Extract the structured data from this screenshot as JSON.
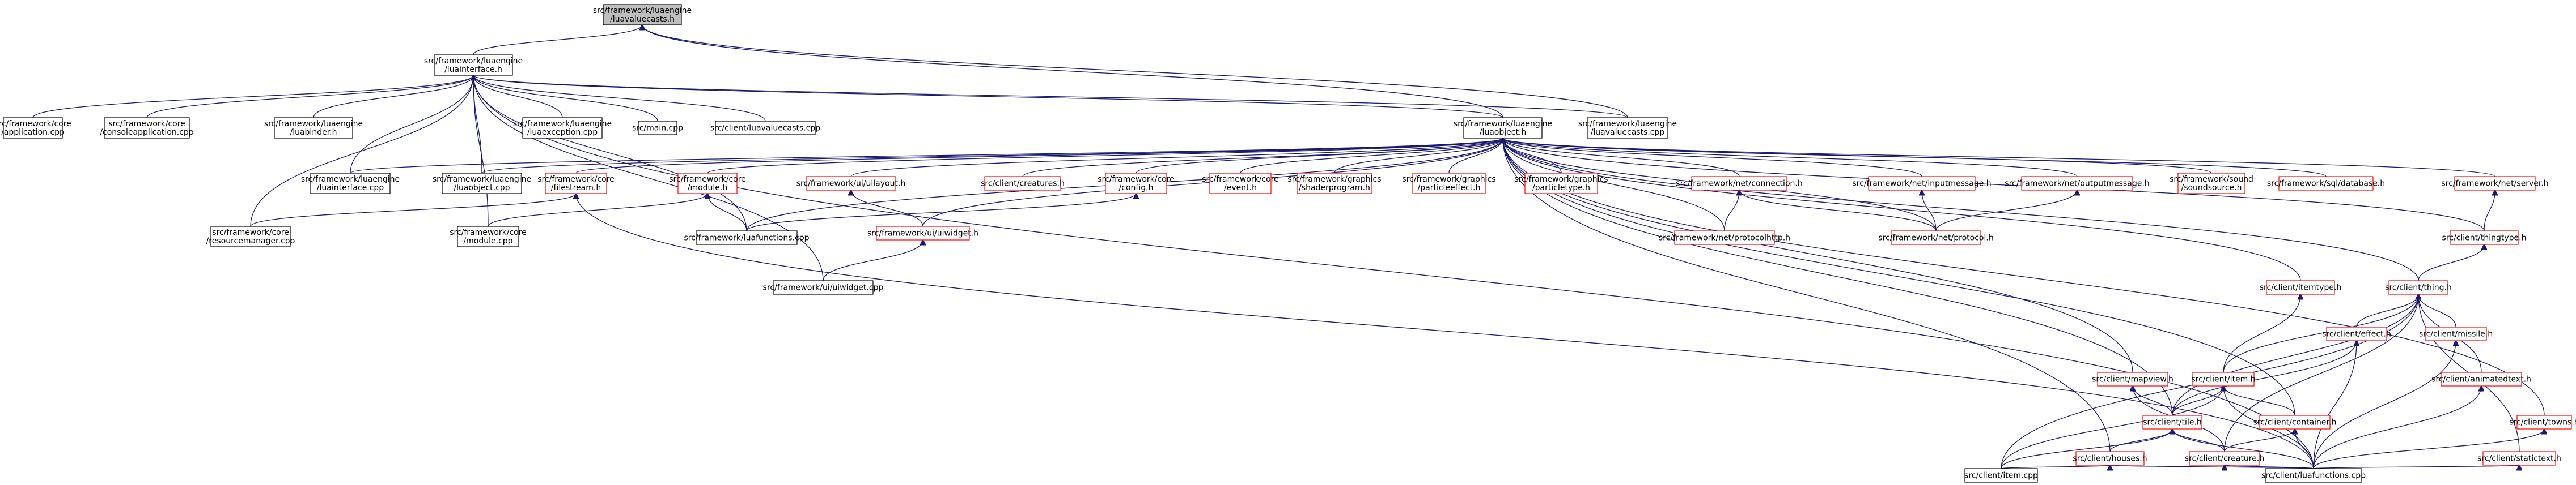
{
  "diagram": {
    "type": "include-dependency-graph",
    "colors": {
      "edge": "#191970",
      "root_fill": "#bfbfbf",
      "red_border": "#ff0000",
      "black_border": "#000000"
    },
    "nodes": [
      {
        "id": "root",
        "lines": [
          "src/framework/luaengine",
          "/luavaluecasts.h"
        ],
        "style": "root"
      },
      {
        "id": "luainterface_h",
        "lines": [
          "src/framework/luaengine",
          "/luainterface.h"
        ],
        "style": "black"
      },
      {
        "id": "luaobject_h",
        "lines": [
          "src/framework/luaengine",
          "/luaobject.h"
        ],
        "style": "black"
      },
      {
        "id": "luavaluecasts_cpp",
        "lines": [
          "src/framework/luaengine",
          "/luavaluecasts.cpp"
        ],
        "style": "black"
      },
      {
        "id": "application_cpp",
        "lines": [
          "src/framework/core",
          "/application.cpp"
        ],
        "style": "black"
      },
      {
        "id": "consoleapp_cpp",
        "lines": [
          "src/framework/core",
          "/consoleapplication.cpp"
        ],
        "style": "black"
      },
      {
        "id": "luabinder_h",
        "lines": [
          "src/framework/luaengine",
          "/luabinder.h"
        ],
        "style": "black"
      },
      {
        "id": "luaexception_cpp",
        "lines": [
          "src/framework/luaengine",
          "/luaexception.cpp"
        ],
        "style": "black"
      },
      {
        "id": "main_cpp",
        "lines": [
          "src/main.cpp"
        ],
        "style": "black"
      },
      {
        "id": "client_luavaluecasts_cpp",
        "lines": [
          "src/client/luavaluecasts.cpp"
        ],
        "style": "black"
      },
      {
        "id": "luainterface_cpp",
        "lines": [
          "src/framework/luaengine",
          "/luainterface.cpp"
        ],
        "style": "black"
      },
      {
        "id": "luaobject_cpp",
        "lines": [
          "src/framework/luaengine",
          "/luaobject.cpp"
        ],
        "style": "black"
      },
      {
        "id": "filestream_h",
        "lines": [
          "src/framework/core",
          "/filestream.h"
        ],
        "style": "red"
      },
      {
        "id": "module_h",
        "lines": [
          "src/framework/core",
          "/module.h"
        ],
        "style": "red"
      },
      {
        "id": "uilayout_h",
        "lines": [
          "src/framework/ui/uilayout.h"
        ],
        "style": "red"
      },
      {
        "id": "creatures_h",
        "lines": [
          "src/client/creatures.h"
        ],
        "style": "red"
      },
      {
        "id": "config_h",
        "lines": [
          "src/framework/core",
          "/config.h"
        ],
        "style": "red"
      },
      {
        "id": "event_h",
        "lines": [
          "src/framework/core",
          "/event.h"
        ],
        "style": "red"
      },
      {
        "id": "shaderprogram_h",
        "lines": [
          "src/framework/graphics",
          "/shaderprogram.h"
        ],
        "style": "red"
      },
      {
        "id": "particleeffect_h",
        "lines": [
          "src/framework/graphics",
          "/particleeffect.h"
        ],
        "style": "red"
      },
      {
        "id": "particletype_h",
        "lines": [
          "src/framework/graphics",
          "/particletype.h"
        ],
        "style": "red"
      },
      {
        "id": "connection_h",
        "lines": [
          "src/framework/net/connection.h"
        ],
        "style": "red"
      },
      {
        "id": "inputmessage_h",
        "lines": [
          "src/framework/net/inputmessage.h"
        ],
        "style": "red"
      },
      {
        "id": "outputmessage_h",
        "lines": [
          "src/framework/net/outputmessage.h"
        ],
        "style": "red"
      },
      {
        "id": "soundsource_h",
        "lines": [
          "src/framework/sound",
          "/soundsource.h"
        ],
        "style": "red"
      },
      {
        "id": "database_h",
        "lines": [
          "src/framework/sql/database.h"
        ],
        "style": "red"
      },
      {
        "id": "server_h",
        "lines": [
          "src/framework/net/server.h"
        ],
        "style": "red"
      },
      {
        "id": "resourcemanager_cpp",
        "lines": [
          "src/framework/core",
          "/resourcemanager.cpp"
        ],
        "style": "black"
      },
      {
        "id": "module_cpp",
        "lines": [
          "src/framework/core",
          "/module.cpp"
        ],
        "style": "black"
      },
      {
        "id": "luafunctions_fw_cpp",
        "lines": [
          "src/framework/luafunctions.cpp"
        ],
        "style": "black"
      },
      {
        "id": "uiwidget_h",
        "lines": [
          "src/framework/ui/uiwidget.h"
        ],
        "style": "red"
      },
      {
        "id": "protocolhttp_h",
        "lines": [
          "src/framework/net/protocolhttp.h"
        ],
        "style": "red"
      },
      {
        "id": "protocol_h",
        "lines": [
          "src/framework/net/protocol.h"
        ],
        "style": "red"
      },
      {
        "id": "thingtype_h",
        "lines": [
          "src/client/thingtype.h"
        ],
        "style": "red"
      },
      {
        "id": "uiwidget_cpp",
        "lines": [
          "src/framework/ui/uiwidget.cpp"
        ],
        "style": "black"
      },
      {
        "id": "itemtype_h",
        "lines": [
          "src/client/itemtype.h"
        ],
        "style": "red"
      },
      {
        "id": "thing_h",
        "lines": [
          "src/client/thing.h"
        ],
        "style": "red"
      },
      {
        "id": "effect_h",
        "lines": [
          "src/client/effect.h"
        ],
        "style": "red"
      },
      {
        "id": "missile_h",
        "lines": [
          "src/client/missile.h"
        ],
        "style": "red"
      },
      {
        "id": "mapview_h",
        "lines": [
          "src/client/mapview.h"
        ],
        "style": "red"
      },
      {
        "id": "item_h",
        "lines": [
          "src/client/item.h"
        ],
        "style": "red"
      },
      {
        "id": "animatedtext_h",
        "lines": [
          "src/client/animatedtext.h"
        ],
        "style": "red"
      },
      {
        "id": "container_h",
        "lines": [
          "src/client/container.h"
        ],
        "style": "red"
      },
      {
        "id": "tile_h",
        "lines": [
          "src/client/tile.h"
        ],
        "style": "red"
      },
      {
        "id": "towns_h",
        "lines": [
          "src/client/towns.h"
        ],
        "style": "red"
      },
      {
        "id": "houses_h",
        "lines": [
          "src/client/houses.h"
        ],
        "style": "red"
      },
      {
        "id": "creature_h",
        "lines": [
          "src/client/creature.h"
        ],
        "style": "red"
      },
      {
        "id": "statictext_h",
        "lines": [
          "src/client/statictext.h"
        ],
        "style": "red"
      },
      {
        "id": "item_cpp",
        "lines": [
          "src/client/item.cpp"
        ],
        "style": "black"
      },
      {
        "id": "client_luafunctions_cpp",
        "lines": [
          "src/client/luafunctions.cpp"
        ],
        "style": "black"
      }
    ],
    "edges": [
      [
        "luainterface_h",
        "root"
      ],
      [
        "luaobject_h",
        "root"
      ],
      [
        "luavaluecasts_cpp",
        "root"
      ],
      [
        "application_cpp",
        "luainterface_h"
      ],
      [
        "consoleapp_cpp",
        "luainterface_h"
      ],
      [
        "luabinder_h",
        "luainterface_h"
      ],
      [
        "luaexception_cpp",
        "luainterface_h"
      ],
      [
        "main_cpp",
        "luainterface_h"
      ],
      [
        "client_luavaluecasts_cpp",
        "luainterface_h"
      ],
      [
        "luaobject_h",
        "luainterface_h"
      ],
      [
        "luavaluecasts_cpp",
        "luainterface_h"
      ],
      [
        "luainterface_cpp",
        "luainterface_h"
      ],
      [
        "luaobject_cpp",
        "luainterface_h"
      ],
      [
        "resourcemanager_cpp",
        "luainterface_h"
      ],
      [
        "module_cpp",
        "luainterface_h"
      ],
      [
        "luafunctions_fw_cpp",
        "luainterface_h"
      ],
      [
        "uiwidget_cpp",
        "luainterface_h"
      ],
      [
        "client_luafunctions_cpp",
        "luainterface_h"
      ],
      [
        "luainterface_cpp",
        "luaobject_h"
      ],
      [
        "luaobject_cpp",
        "luaobject_h"
      ],
      [
        "filestream_h",
        "luaobject_h"
      ],
      [
        "module_h",
        "luaobject_h"
      ],
      [
        "uilayout_h",
        "luaobject_h"
      ],
      [
        "creatures_h",
        "luaobject_h"
      ],
      [
        "config_h",
        "luaobject_h"
      ],
      [
        "event_h",
        "luaobject_h"
      ],
      [
        "shaderprogram_h",
        "luaobject_h"
      ],
      [
        "particleeffect_h",
        "luaobject_h"
      ],
      [
        "particletype_h",
        "luaobject_h"
      ],
      [
        "connection_h",
        "luaobject_h"
      ],
      [
        "inputmessage_h",
        "luaobject_h"
      ],
      [
        "outputmessage_h",
        "luaobject_h"
      ],
      [
        "soundsource_h",
        "luaobject_h"
      ],
      [
        "database_h",
        "luaobject_h"
      ],
      [
        "server_h",
        "luaobject_h"
      ],
      [
        "thingtype_h",
        "luaobject_h"
      ],
      [
        "thing_h",
        "luaobject_h"
      ],
      [
        "itemtype_h",
        "luaobject_h"
      ],
      [
        "mapview_h",
        "luaobject_h"
      ],
      [
        "container_h",
        "luaobject_h"
      ],
      [
        "tile_h",
        "luaobject_h"
      ],
      [
        "towns_h",
        "luaobject_h"
      ],
      [
        "houses_h",
        "luaobject_h"
      ],
      [
        "uiwidget_h",
        "luaobject_h"
      ],
      [
        "protocol_h",
        "luaobject_h"
      ],
      [
        "protocolhttp_h",
        "luaobject_h"
      ],
      [
        "luafunctions_fw_cpp",
        "luaobject_h"
      ],
      [
        "resourcemanager_cpp",
        "filestream_h"
      ],
      [
        "client_luafunctions_cpp",
        "filestream_h"
      ],
      [
        "module_cpp",
        "module_h"
      ],
      [
        "luafunctions_fw_cpp",
        "module_h"
      ],
      [
        "uiwidget_h",
        "uilayout_h"
      ],
      [
        "luafunctions_fw_cpp",
        "config_h"
      ],
      [
        "uiwidget_cpp",
        "uiwidget_h"
      ],
      [
        "protocolhttp_h",
        "connection_h"
      ],
      [
        "protocol_h",
        "connection_h"
      ],
      [
        "protocol_h",
        "inputmessage_h"
      ],
      [
        "protocol_h",
        "outputmessage_h"
      ],
      [
        "thingtype_h",
        "server_h"
      ],
      [
        "thing_h",
        "thingtype_h"
      ],
      [
        "item_h",
        "itemtype_h"
      ],
      [
        "effect_h",
        "thing_h"
      ],
      [
        "missile_h",
        "thing_h"
      ],
      [
        "item_h",
        "thing_h"
      ],
      [
        "animatedtext_h",
        "thing_h"
      ],
      [
        "statictext_h",
        "thing_h"
      ],
      [
        "creature_h",
        "thing_h"
      ],
      [
        "tile_h",
        "thing_h"
      ],
      [
        "item_cpp",
        "thing_h"
      ],
      [
        "tile_h",
        "effect_h"
      ],
      [
        "client_luafunctions_cpp",
        "effect_h"
      ],
      [
        "client_luafunctions_cpp",
        "missile_h"
      ],
      [
        "tile_h",
        "mapview_h"
      ],
      [
        "creature_h",
        "mapview_h"
      ],
      [
        "container_h",
        "item_h"
      ],
      [
        "tile_h",
        "item_h"
      ],
      [
        "item_cpp",
        "item_h"
      ],
      [
        "client_luafunctions_cpp",
        "item_h"
      ],
      [
        "client_luafunctions_cpp",
        "animatedtext_h"
      ],
      [
        "creature_h",
        "container_h"
      ],
      [
        "client_luafunctions_cpp",
        "container_h"
      ],
      [
        "houses_h",
        "tile_h"
      ],
      [
        "creature_h",
        "tile_h"
      ],
      [
        "item_cpp",
        "tile_h"
      ],
      [
        "client_luafunctions_cpp",
        "tile_h"
      ],
      [
        "client_luafunctions_cpp",
        "towns_h"
      ],
      [
        "item_cpp",
        "houses_h"
      ],
      [
        "client_luafunctions_cpp",
        "houses_h"
      ],
      [
        "client_luafunctions_cpp",
        "creature_h"
      ],
      [
        "client_luafunctions_cpp",
        "statictext_h"
      ]
    ]
  }
}
